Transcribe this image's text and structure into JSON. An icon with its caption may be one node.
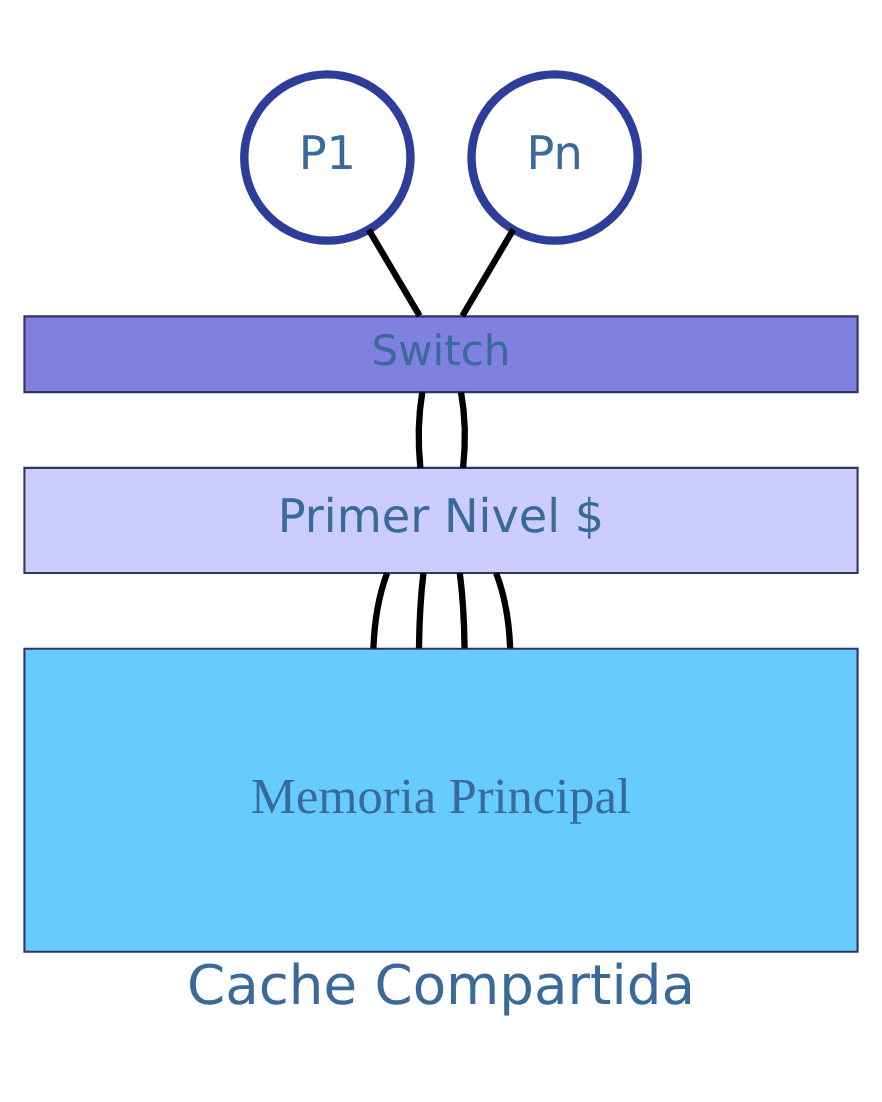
{
  "diagram": {
    "caption": "Cache Compartida",
    "nodes": [
      {
        "text": [
          "P1"
        ]
      },
      {
        "text": [
          "Pn"
        ]
      },
      {
        "text": [
          "Switch"
        ]
      },
      {
        "text": [
          "Primer Nivel $"
        ]
      },
      {
        "text": [
          "Memoria Principal"
        ]
      }
    ],
    "edges": [
      {
        "from": 0,
        "to": 2,
        "arrow": "none"
      },
      {
        "from": 1,
        "to": 2,
        "arrow": "none"
      },
      {
        "from": 2,
        "to": 3,
        "arrow": "none"
      },
      {
        "from": 2,
        "to": 3,
        "arrow": "none"
      },
      {
        "from": 3,
        "to": 4,
        "arrow": "none"
      },
      {
        "from": 3,
        "to": 4,
        "arrow": "none"
      },
      {
        "from": 3,
        "to": 4,
        "arrow": "none"
      },
      {
        "from": 3,
        "to": 4,
        "arrow": "none"
      }
    ]
  }
}
